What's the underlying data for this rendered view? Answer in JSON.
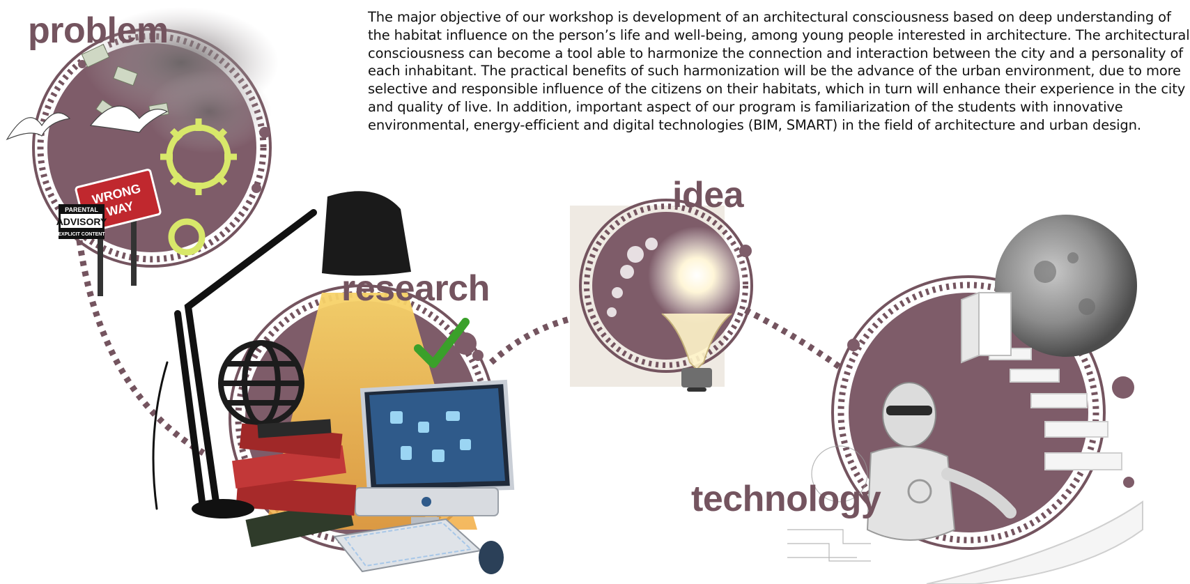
{
  "intro": {
    "paragraph": "The major objective of our workshop is development of an architectural consciousness based on deep understanding of the habitat influence on the person’s life and well-being, among young people interested in architecture. The architectural consciousness can become a tool able to harmonize the connection and interaction between the city and a personality of each inhabitant. The practical benefits of such harmonization will be the advance of the urban environment, due to more selective and responsible influence of the citizens on their habitats, which in turn will enhance their experience in the city and quality of live. In addition, important aspect of our program is familiarization of the students with innovative environmental, energy-efficient and digital technologies (BIM, SMART) in the field of architecture and urban design."
  },
  "stages": {
    "problem": "problem",
    "research": "research",
    "idea": "idea",
    "technology": "technology"
  },
  "signs": {
    "wrong_way_line1": "WRONG",
    "wrong_way_line2": "WAY",
    "advisory_line1": "PARENTAL",
    "advisory_line2": "ADVISORY",
    "advisory_line3": "EXPLICIT CONTENT"
  },
  "colors": {
    "accent": "#74545f",
    "circle_fill": "#7e5c69",
    "dash": "#74545f",
    "lamp_light": "#f2c14a",
    "sign_red": "#c0282e",
    "check_green": "#3aa02a"
  }
}
